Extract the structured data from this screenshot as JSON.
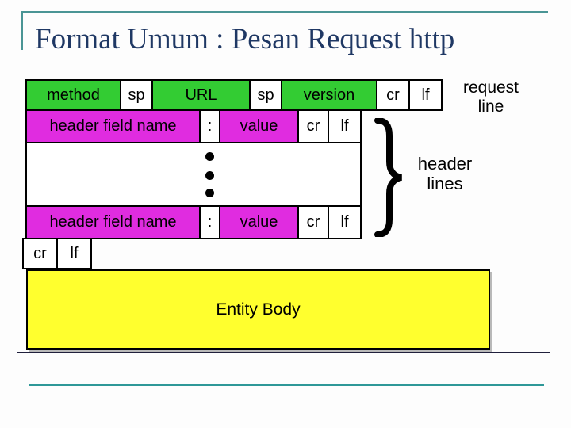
{
  "slide": {
    "title": "Format Umum : Pesan Request http"
  },
  "colors": {
    "cell_green": "#33cc33",
    "cell_magenta": "#e02ce0",
    "entity_yellow": "#ffff2e",
    "title_navy": "#1f3864",
    "decoration_teal": "#4a9595",
    "cell_border": "#000000"
  },
  "diagram": {
    "request_line": {
      "cells": [
        {
          "label": "method",
          "color": "green"
        },
        {
          "label": "sp",
          "color": "white"
        },
        {
          "label": "URL",
          "color": "green"
        },
        {
          "label": "sp",
          "color": "white"
        },
        {
          "label": "version",
          "color": "green"
        },
        {
          "label": "cr",
          "color": "white"
        },
        {
          "label": "lf",
          "color": "white"
        }
      ],
      "annotation": "request\nline"
    },
    "header_lines": {
      "annotation": "header\nlines",
      "ellipsis_dot_count": 3,
      "rows": [
        {
          "cells": [
            {
              "label": "header field name",
              "color": "magenta"
            },
            {
              "label": ":",
              "color": "white"
            },
            {
              "label": "value",
              "color": "magenta"
            },
            {
              "label": "cr",
              "color": "white"
            },
            {
              "label": "lf",
              "color": "white"
            }
          ]
        },
        {
          "cells": [
            {
              "label": "header field name",
              "color": "magenta"
            },
            {
              "label": ":",
              "color": "white"
            },
            {
              "label": "value",
              "color": "magenta"
            },
            {
              "label": "cr",
              "color": "white"
            },
            {
              "label": "lf",
              "color": "white"
            }
          ]
        }
      ]
    },
    "blank_line": {
      "cells": [
        {
          "label": "cr"
        },
        {
          "label": "lf"
        }
      ]
    },
    "entity_body": {
      "label": "Entity Body"
    }
  }
}
